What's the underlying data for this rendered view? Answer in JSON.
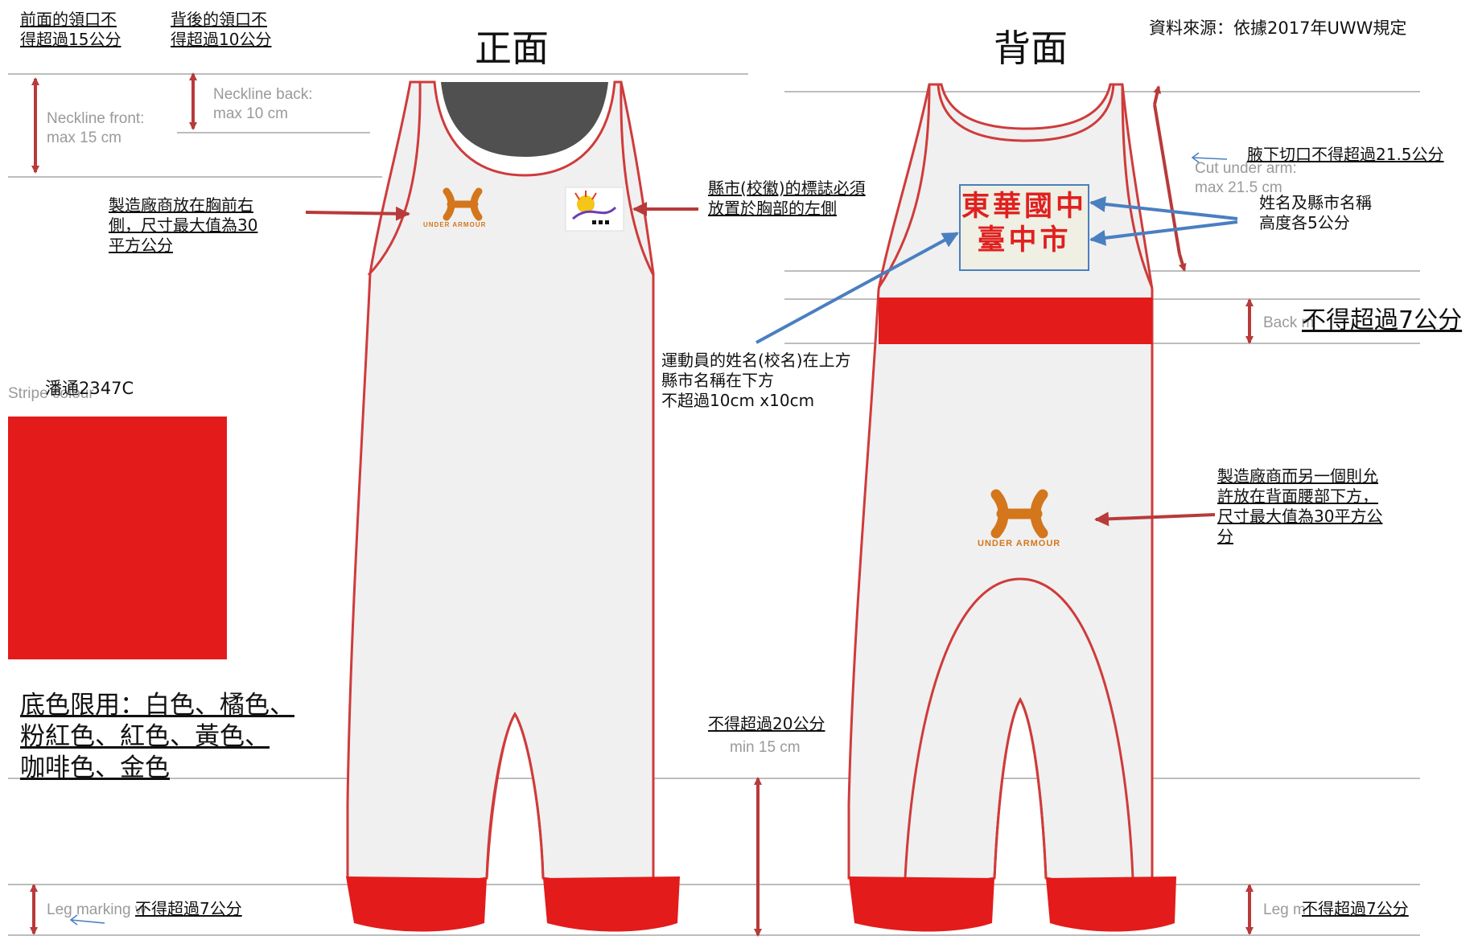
{
  "headings": {
    "front": "正面",
    "back": "背面",
    "source": "資料來源：依據2017年UWW規定"
  },
  "rules": {
    "neck_front_line1": "前面的領口不",
    "neck_front_line2": "得超過15公分",
    "neck_back_line1": "背後的領口不",
    "neck_back_line2": "得超過10公分",
    "maker_front_line1": "製造廠商放在胸前右",
    "maker_front_line2": "側，尺寸最大值為30",
    "maker_front_line3": "平方公分",
    "emblem_line1": "縣市(校徽)的標誌必須",
    "emblem_line2": "放置於胸部的左側",
    "armhole": "腋下切口不得超過21.5公分",
    "name_height_line1": "姓名及縣市名稱",
    "name_height_line2": "高度各5公分",
    "back_stripe": "不得超過7公分",
    "athlete_line1": "運動員的姓名(校名)在上方",
    "athlete_line2": "縣市名稱在下方",
    "athlete_line3": "不超過10cm x10cm",
    "maker_back_line1": "製造廠商而另一個則允",
    "maker_back_line2": "許放在背面腰部下方，",
    "maker_back_line3": "尺寸最大值為30平方公",
    "maker_back_line4": "分",
    "leg_min": "不得超過20公分",
    "leg_front": "不得超過7公分",
    "leg_back": "不得超過7公分",
    "pantone": "潘通2347C",
    "base_colors_line1": "底色限用：白色、橘色、",
    "base_colors_line2": "粉紅色、紅色、黃色、",
    "base_colors_line3": "咖啡色、金色"
  },
  "english_notes": {
    "neckline_front_1": "Neckline front:",
    "neckline_front_2": "max 15 cm",
    "neckline_back_1": "Neckline back:",
    "neckline_back_2": "max 10 cm",
    "cut_under_arm_1": "Cut under arm:",
    "cut_under_arm_2": "max 21.5 cm",
    "back_marking": "Back m",
    "stripe_colour": "Stripe colour",
    "min_15": "min 15 cm",
    "leg_marking_front": "Leg marking w",
    "leg_marking_back": "Leg m"
  },
  "name_box": {
    "school": "東華國中",
    "city": "臺中市"
  },
  "brand": {
    "name": "UNDER ARMOUR"
  },
  "colors": {
    "accent_red": "#e31b1b",
    "arrow_red": "#b83a3a",
    "arrow_blue": "#4a7fc0",
    "brand_orange": "#d4761c",
    "body_fill": "#f0f0f0",
    "neck_dark": "#505050",
    "name_box_fill": "#efefe3"
  }
}
